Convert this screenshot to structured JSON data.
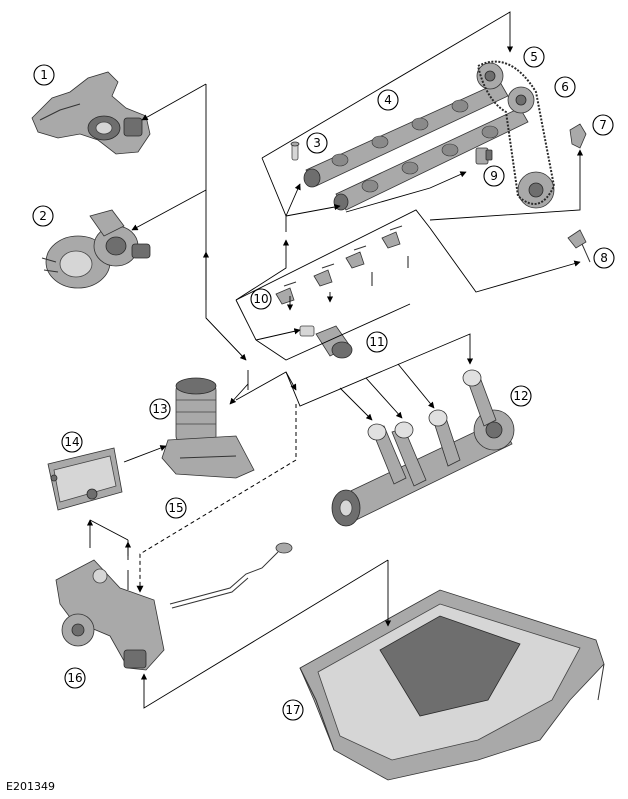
{
  "callouts": [
    {
      "id": "1",
      "label": "1"
    },
    {
      "id": "2",
      "label": "2"
    },
    {
      "id": "3",
      "label": "3"
    },
    {
      "id": "4",
      "label": "4"
    },
    {
      "id": "5",
      "label": "5"
    },
    {
      "id": "6",
      "label": "6"
    },
    {
      "id": "7",
      "label": "7"
    },
    {
      "id": "8",
      "label": "8"
    },
    {
      "id": "9",
      "label": "9"
    },
    {
      "id": "10",
      "label": "10"
    },
    {
      "id": "11",
      "label": "11"
    },
    {
      "id": "12",
      "label": "12"
    },
    {
      "id": "13",
      "label": "13"
    },
    {
      "id": "14",
      "label": "14"
    },
    {
      "id": "15",
      "label": "15"
    },
    {
      "id": "16",
      "label": "16"
    },
    {
      "id": "17",
      "label": "17"
    }
  ],
  "reference_code": "E201349"
}
